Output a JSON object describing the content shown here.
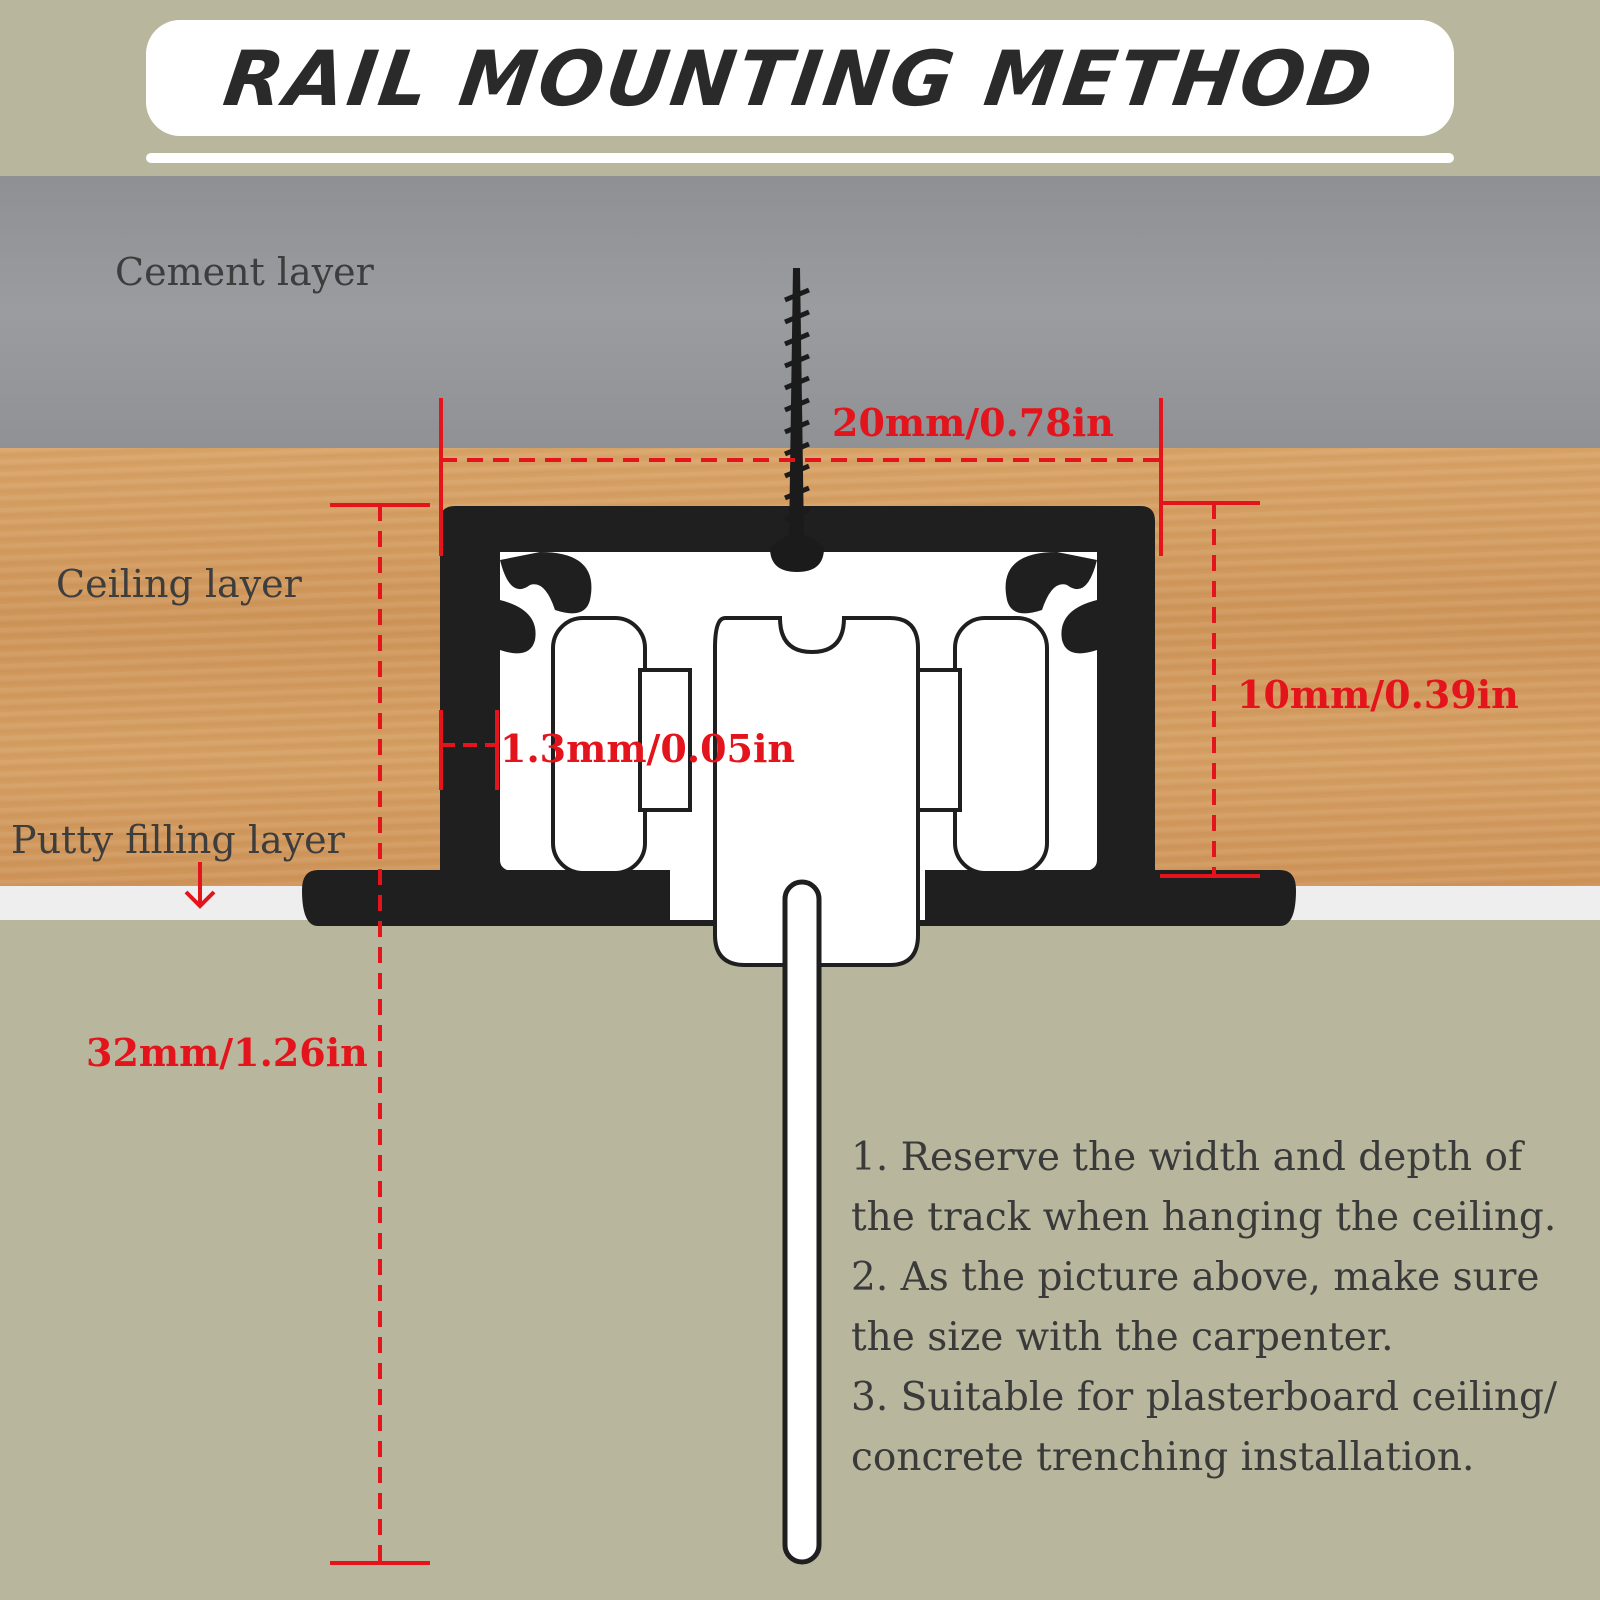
{
  "title": "RAIL MOUNTING METHOD",
  "layers": {
    "cement": "Cement layer",
    "ceiling": "Ceiling layer",
    "putty": "Putty filling layer"
  },
  "dimensions": {
    "width": "20mm/0.78in",
    "depth": "10mm/0.39in",
    "wall": "1.3mm/0.05in",
    "height": "32mm/1.26in"
  },
  "notes": [
    "1. Reserve the width and depth of",
    "the track when hanging the ceiling.",
    "2. As the picture above, make sure",
    "the size with the carpenter.",
    "3. Suitable for plasterboard ceiling/",
    "concrete trenching installation."
  ],
  "colors": {
    "accent": "#e3141b",
    "rail": "#1f1f1f",
    "background": "#b8b79d",
    "cement": "#95979a",
    "wood": "#d39c5f"
  }
}
